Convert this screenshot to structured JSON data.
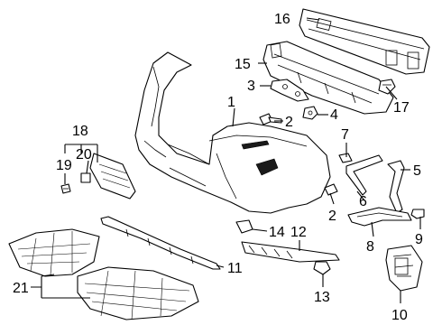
{
  "diagram": {
    "callouts": [
      {
        "id": "c1",
        "label": "1"
      },
      {
        "id": "c2a",
        "label": "2"
      },
      {
        "id": "c2b",
        "label": "2"
      },
      {
        "id": "c3",
        "label": "3"
      },
      {
        "id": "c4",
        "label": "4"
      },
      {
        "id": "c5",
        "label": "5"
      },
      {
        "id": "c6",
        "label": "6"
      },
      {
        "id": "c7",
        "label": "7"
      },
      {
        "id": "c8",
        "label": "8"
      },
      {
        "id": "c9",
        "label": "9"
      },
      {
        "id": "c10",
        "label": "10"
      },
      {
        "id": "c11",
        "label": "11"
      },
      {
        "id": "c12",
        "label": "12"
      },
      {
        "id": "c13",
        "label": "13"
      },
      {
        "id": "c14",
        "label": "14"
      },
      {
        "id": "c15",
        "label": "15"
      },
      {
        "id": "c16",
        "label": "16"
      },
      {
        "id": "c17",
        "label": "17"
      },
      {
        "id": "c18",
        "label": "18"
      },
      {
        "id": "c19",
        "label": "19"
      },
      {
        "id": "c20",
        "label": "20"
      },
      {
        "id": "c21",
        "label": "21"
      }
    ]
  }
}
